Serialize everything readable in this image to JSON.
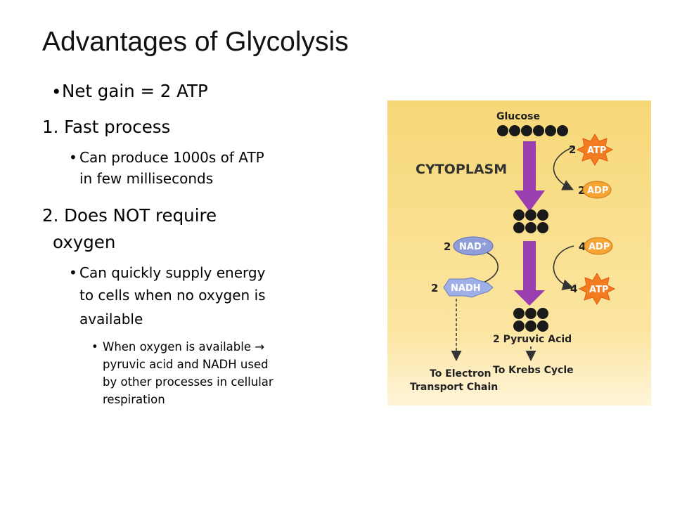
{
  "slide": {
    "title": "Advantages of Glycolysis",
    "bullets": {
      "net_gain": "Net gain = 2 ATP",
      "fast": "1.  Fast process",
      "fast_sub_1": "Can produce 1000s of ATP",
      "fast_sub_2": "in few milliseconds",
      "oxygen_1": "2.  Does NOT require",
      "oxygen_2": "oxygen",
      "oxygen_sub_1": "Can quickly supply energy",
      "oxygen_sub_2": "to cells when no oxygen is",
      "oxygen_sub_3": "available",
      "detail_1_pre": "When oxygen is available",
      "detail_arrow": "→",
      "detail_2": "pyruvic acid and NADH used",
      "detail_3": "by other processes in cellular",
      "detail_4": "respiration"
    }
  },
  "diagram": {
    "glucose": "Glucose",
    "cytoplasm": "CYTOPLASM",
    "atp_in_count": "2",
    "atp_in": "ATP",
    "adp_out_count": "2",
    "adp_out": "ADP",
    "nad_count": "2",
    "nad": "NAD",
    "nad_plus": "+",
    "nadh_count": "2",
    "nadh": "NADH",
    "adp_in_count": "4",
    "adp_in": "ADP",
    "atp_out_count": "4",
    "atp_out": "ATP",
    "pyruvic": "2 Pyruvic Acid",
    "krebs": "To Krebs Cycle",
    "etc_1": "To Electron",
    "etc_2": "Transport Chain",
    "colors": {
      "panel": "#f9dd8a",
      "arrow": "#9b3eb0",
      "atp_star": "#f47c20",
      "adp_oval": "#f7a432",
      "nad_oval": "#8f9ed8"
    }
  }
}
